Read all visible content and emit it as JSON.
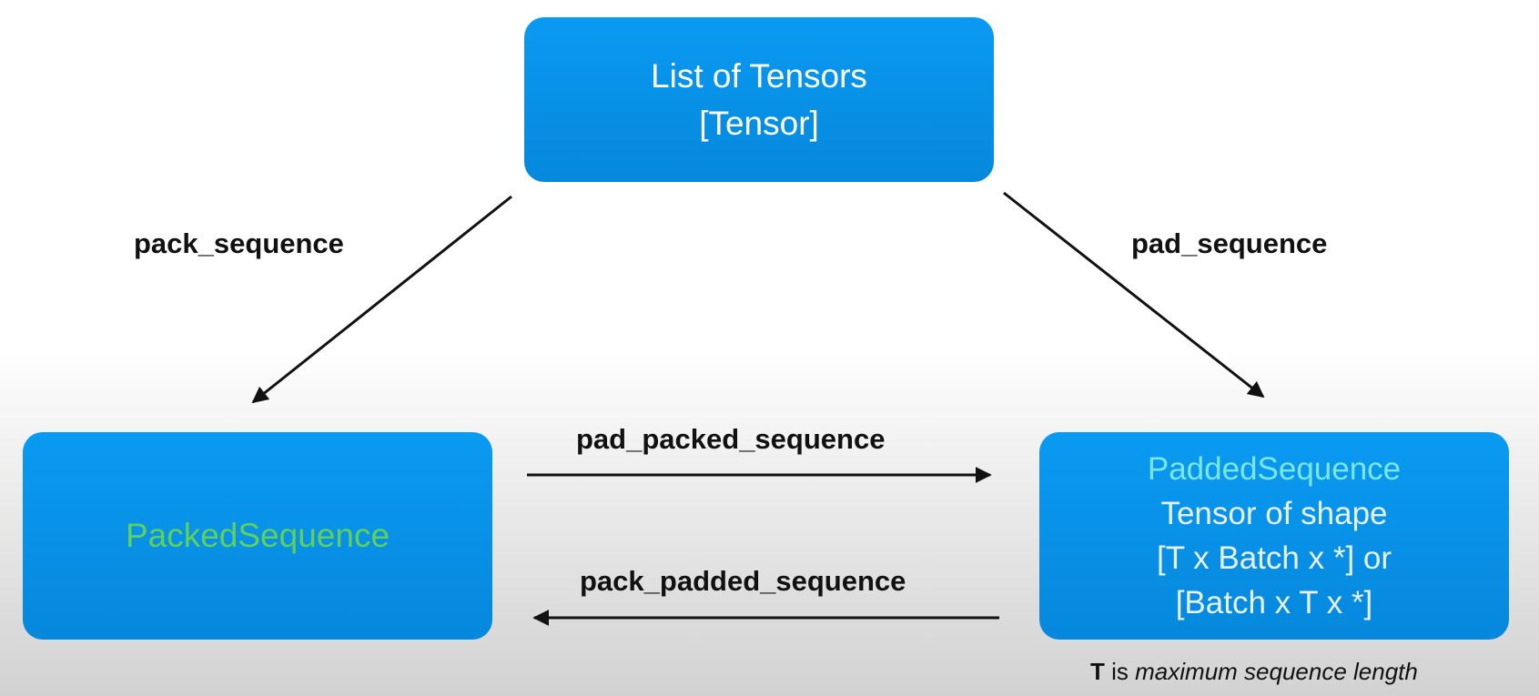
{
  "top_box": {
    "line1": "List of Tensors",
    "line2": "[Tensor]"
  },
  "left_box": {
    "title": "PackedSequence"
  },
  "right_box": {
    "title": "PaddedSequence",
    "line1": "Tensor of shape",
    "line2": "[T x Batch x *] or",
    "line3": "[Batch x T x *]"
  },
  "arrows": {
    "pack_sequence": "pack_sequence",
    "pad_sequence": "pad_sequence",
    "pad_packed_sequence": "pad_packed_sequence",
    "pack_padded_sequence": "pack_padded_sequence"
  },
  "note": {
    "t_label": "T",
    "is": "is",
    "description": "maximum sequence length"
  },
  "colors": {
    "box_blue": "#0a9af2",
    "packed_green": "#5fd05b",
    "padded_teal": "#7be6e0"
  }
}
